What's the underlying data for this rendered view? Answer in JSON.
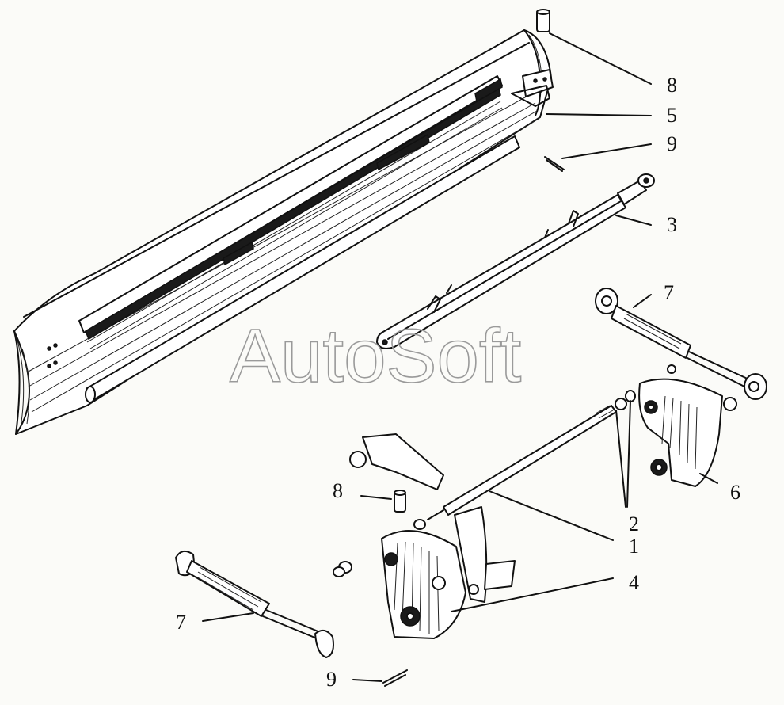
{
  "diagram": {
    "watermark": "AutoSoft",
    "callouts": [
      {
        "id": "callout-8-top",
        "label": "8"
      },
      {
        "id": "callout-5",
        "label": "5"
      },
      {
        "id": "callout-9-top",
        "label": "9"
      },
      {
        "id": "callout-3",
        "label": "3"
      },
      {
        "id": "callout-7-right",
        "label": "7"
      },
      {
        "id": "callout-6",
        "label": "6"
      },
      {
        "id": "callout-2",
        "label": "2"
      },
      {
        "id": "callout-1",
        "label": "1"
      },
      {
        "id": "callout-4",
        "label": "4"
      },
      {
        "id": "callout-8-bottom",
        "label": "8"
      },
      {
        "id": "callout-7-left",
        "label": "7"
      },
      {
        "id": "callout-9-bottom",
        "label": "9"
      }
    ]
  }
}
